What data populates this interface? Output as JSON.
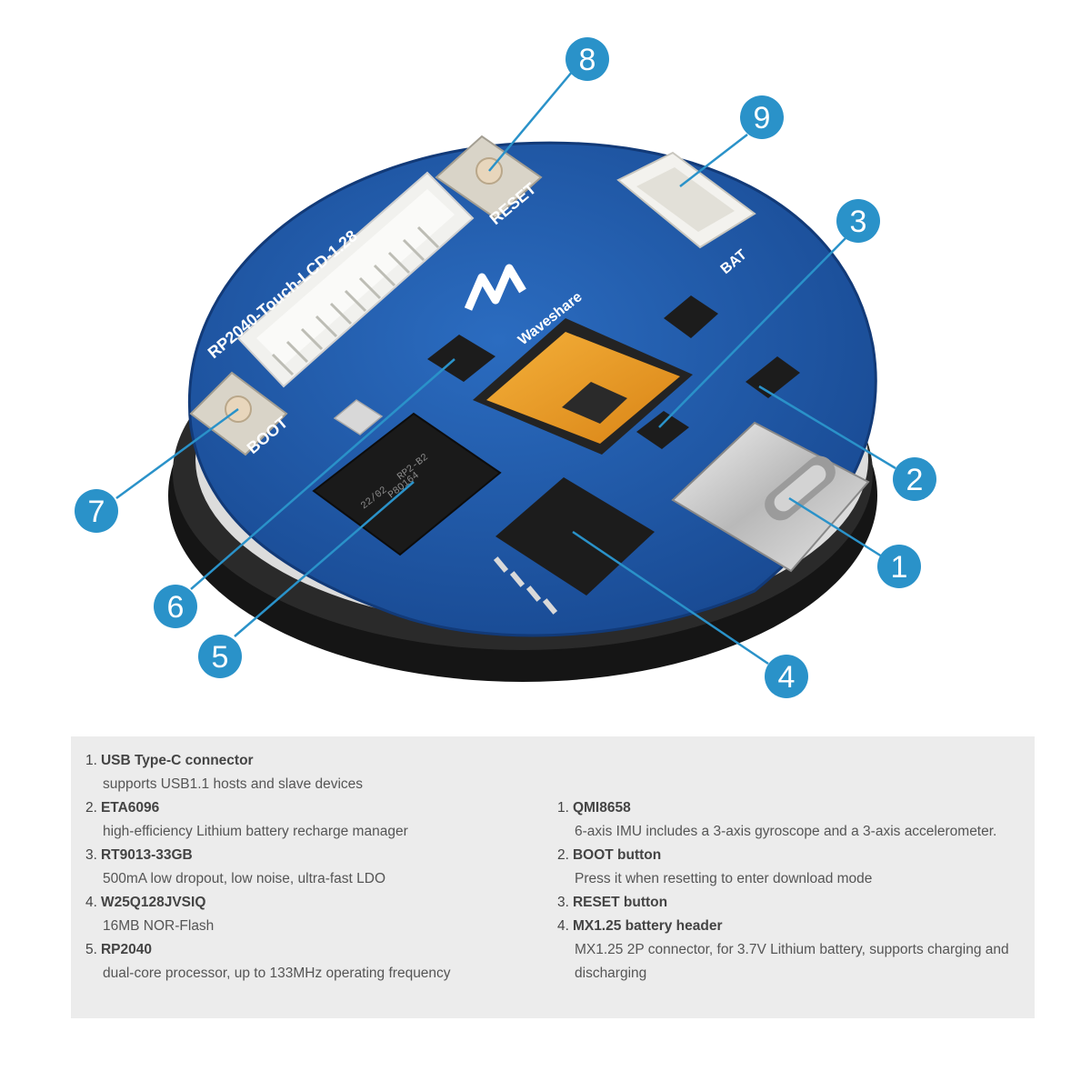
{
  "board": {
    "silkscreen_top": "RP2040-Touch-LCD-1.28",
    "reset_label": "RESET",
    "boot_label": "BOOT",
    "bat_label": "BAT",
    "brand": "Waveshare",
    "chip_line1": "RP2-B2",
    "chip_line2": "22/02",
    "chip_line3": "P8Q164"
  },
  "callouts": [
    "1",
    "2",
    "3",
    "4",
    "5",
    "6",
    "7",
    "8",
    "9"
  ],
  "colors": {
    "accent": "#2a92c9",
    "pcb": "#1f58a8",
    "panel": "#ececec"
  },
  "specs_left": [
    {
      "index": "1.",
      "title": "USB Type-C connector",
      "desc": "supports USB1.1 hosts and slave devices"
    },
    {
      "index": "2.",
      "title": "ETA6096",
      "desc": "high-efficiency Lithium battery recharge manager"
    },
    {
      "index": "3.",
      "title": "RT9013-33GB",
      "desc": "500mA low dropout, low noise, ultra-fast LDO"
    },
    {
      "index": "4.",
      "title": "W25Q128JVSIQ",
      "desc": "16MB NOR-Flash"
    },
    {
      "index": "5.",
      "title": "RP2040",
      "desc": "dual-core processor, up to 133MHz operating frequency"
    }
  ],
  "specs_right": [
    {
      "index": "1.",
      "title": "QMI8658",
      "desc": "6-axis IMU includes a 3-axis gyroscope and a 3-axis accelerometer."
    },
    {
      "index": "2.",
      "title": "BOOT button",
      "desc": "Press it when resetting to enter download mode"
    },
    {
      "index": "3.",
      "title": "RESET button",
      "desc": ""
    },
    {
      "index": "4.",
      "title": "MX1.25 battery header",
      "desc": "MX1.25 2P connector, for 3.7V Lithium battery, supports charging and discharging"
    }
  ]
}
